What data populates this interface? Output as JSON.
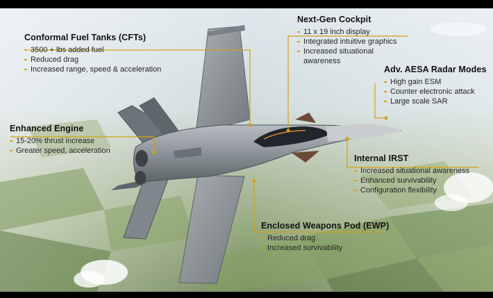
{
  "callouts": {
    "cft": {
      "title": "Conformal Fuel Tanks (CFTs)",
      "items": [
        "3500 + lbs added fuel",
        "Reduced drag",
        "Increased range, speed & acceleration"
      ]
    },
    "cockpit": {
      "title": "Next-Gen Cockpit",
      "items": [
        "11 x 19 inch display",
        "Integrated intuitive graphics",
        "Increased situational awareness"
      ]
    },
    "radar": {
      "title": "Adv. AESA Radar Modes",
      "items": [
        "High gain ESM",
        "Counter electronic attack",
        "Large scale SAR"
      ]
    },
    "engine": {
      "title": "Enhanced Engine",
      "items": [
        "15-20% thrust increase",
        "Greater speed, acceleration"
      ]
    },
    "irst": {
      "title": "Internal IRST",
      "items": [
        "Increased situational awareness",
        "Enhanced survivability",
        "Configuration flexibility"
      ]
    },
    "ewp": {
      "title": "Enclosed Weapons Pod (EWP)",
      "items": [
        "Reduced drag",
        "Increased survivability"
      ]
    }
  },
  "colors": {
    "accent_gold": "#d4a017",
    "sky_light": "#dfe9ee",
    "ground_green": "#6f8a55",
    "aircraft_gray": "#8f959a"
  },
  "icons": [
    "fighter-jet-image",
    "leader-line",
    "bullet-marker"
  ]
}
